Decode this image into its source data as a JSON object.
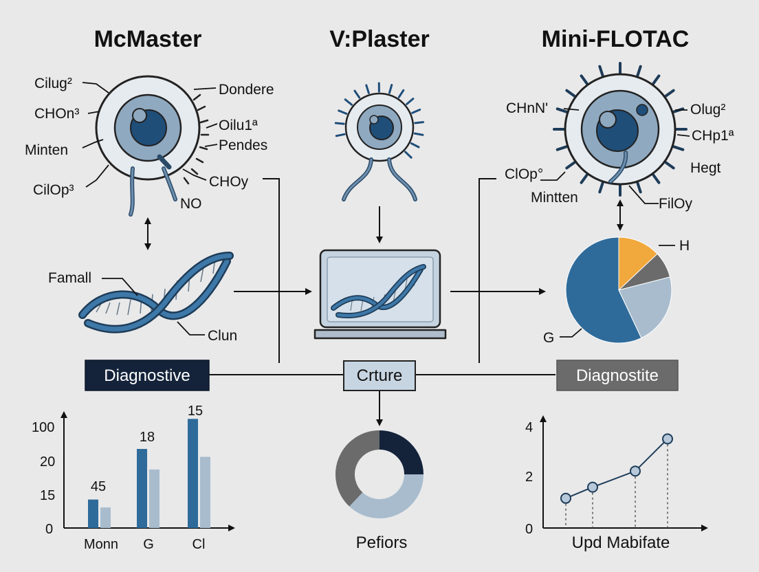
{
  "colors": {
    "background": "#e9e9ea",
    "blue_dark": "#1f4e79",
    "blue_mid": "#3b73a3",
    "blue_light": "#a8bccd",
    "navy": "#14233a",
    "gray": "#6b6b6b",
    "orange": "#f1a83c",
    "box_light": "#c7d5e2"
  },
  "columns": {
    "left_title": "McMaster",
    "center_title": "V:Plaster",
    "right_title": "Mini-FLOTAC"
  },
  "left_cell": {
    "labels": [
      "Cilug²",
      "CHOn³",
      "Minten",
      "CilOp³",
      "Dondere",
      "Oilu1ª",
      "Pendes",
      "CHOy",
      "NO"
    ]
  },
  "right_cell": {
    "labels": [
      "CHnN'",
      "Olug²",
      "CHp1ª",
      "Hegt",
      "ClOp°",
      "Mintten",
      "FilOy"
    ]
  },
  "dna": {
    "labels": [
      "Famall",
      "Clun"
    ]
  },
  "boxes": {
    "left": "Diagnostive",
    "center": "Crture",
    "right": "Diagnostite"
  },
  "pie": {
    "labels": [
      "H",
      "G"
    ],
    "slices": [
      {
        "name": "G",
        "value": 57,
        "color": "#2f6b9a"
      },
      {
        "name": "light",
        "value": 22,
        "color": "#a8bccd"
      },
      {
        "name": "gray",
        "value": 8,
        "color": "#6b6b6b"
      },
      {
        "name": "H",
        "value": 13,
        "color": "#f1a83c"
      }
    ]
  },
  "bar_chart": {
    "y_ticks": [
      "100",
      "20",
      "15",
      "0"
    ],
    "categories": [
      "Monn",
      "G",
      "Cl"
    ],
    "data_labels": [
      "45",
      "18",
      "15"
    ],
    "dark_values": [
      0.36,
      1.0,
      1.38
    ],
    "light_values": [
      0.26,
      0.74,
      0.9
    ]
  },
  "donut": {
    "label": "Pefiors",
    "segments": [
      {
        "value": 25,
        "color": "#14233a"
      },
      {
        "value": 37,
        "color": "#a8bccd"
      },
      {
        "value": 38,
        "color": "#6b6b6b"
      }
    ]
  },
  "line_chart": {
    "y_ticks": [
      "4",
      "2",
      "0"
    ],
    "xlabel": "Upd Mabifate",
    "points": [
      1.2,
      1.65,
      2.3,
      3.6
    ]
  }
}
